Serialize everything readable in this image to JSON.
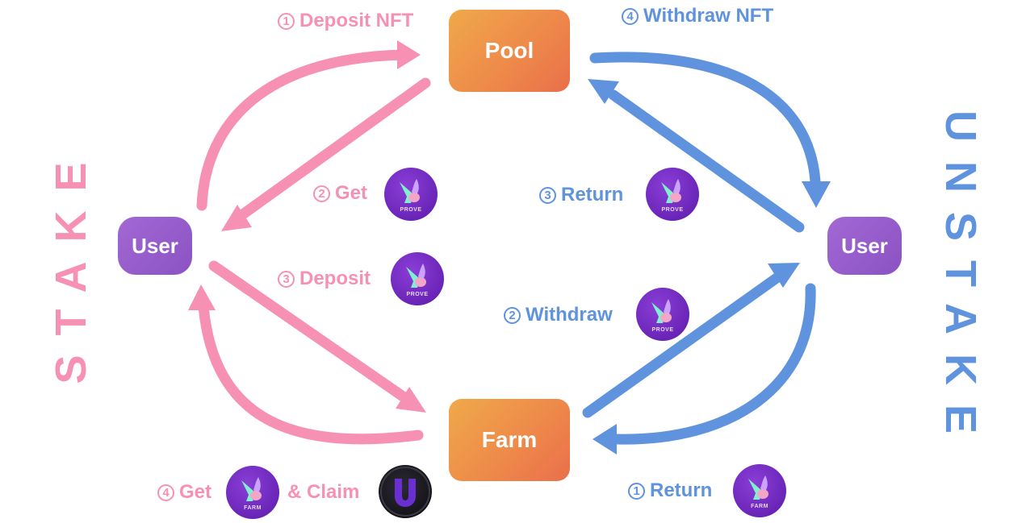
{
  "colors": {
    "stake": "#f691b4",
    "unstake": "#5f93dd"
  },
  "side_labels": {
    "left": "STAKE",
    "right": "UNSTAKE"
  },
  "nodes": {
    "pool": "Pool",
    "farm": "Farm",
    "user_left": "User",
    "user_right": "User"
  },
  "stake_steps": {
    "s1": {
      "num": "1",
      "text": "Deposit NFT"
    },
    "s2": {
      "num": "2",
      "text": "Get"
    },
    "s3": {
      "num": "3",
      "text": "Deposit"
    },
    "s4": {
      "num": "4",
      "text": "Get",
      "text2": "& Claim"
    }
  },
  "unstake_steps": {
    "u1": {
      "num": "1",
      "text": "Return"
    },
    "u2": {
      "num": "2",
      "text": "Withdraw"
    },
    "u3": {
      "num": "3",
      "text": "Return"
    },
    "u4": {
      "num": "4",
      "text": "Withdraw NFT"
    }
  },
  "tokens": {
    "prove": "PROVE",
    "farm": "FARM"
  },
  "icons": {
    "rabbit": "rabbit-token-icon",
    "u_coin": "u-coin-icon"
  }
}
